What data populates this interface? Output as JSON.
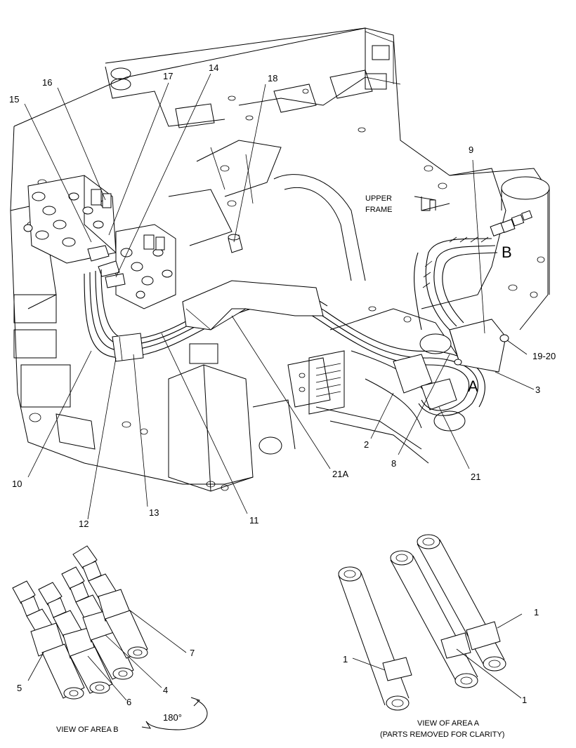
{
  "labels": {
    "l1": "1",
    "l2": "2",
    "l3": "3",
    "l4": "4",
    "l5": "5",
    "l6": "6",
    "l7": "7",
    "l8": "8",
    "l9": "9",
    "l10": "10",
    "l11": "11",
    "l12": "12",
    "l13": "13",
    "l14": "14",
    "l15": "15",
    "l16": "16",
    "l17": "17",
    "l18": "18",
    "l19_20": "19-20",
    "l21": "21",
    "l21a": "21A"
  },
  "area_markers": {
    "a": "A",
    "b": "B"
  },
  "upper_frame": {
    "line1": "UPPER",
    "line2": "FRAME"
  },
  "captions": {
    "view_b": "VIEW OF AREA  B",
    "view_a": "VIEW OF AREA  A",
    "view_a_note": "(PARTS REMOVED FOR CLARITY)",
    "rotation": "180°"
  },
  "colors": {
    "ink": "#000000",
    "paper": "#ffffff"
  }
}
